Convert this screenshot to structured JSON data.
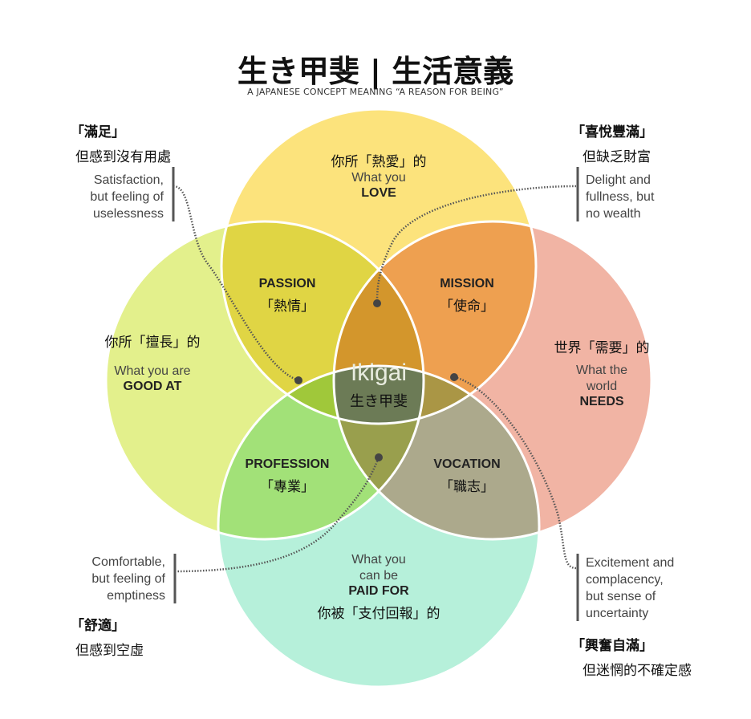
{
  "header": {
    "title": "生き甲斐 | 生活意義",
    "subtitle": "A JAPANESE CONCEPT MEANING “A REASON FOR BEING”"
  },
  "circles": {
    "love": {
      "zh": "你所「熱愛」的",
      "en1": "What you",
      "en2": "LOVE",
      "color": "#fce37c"
    },
    "good_at": {
      "zh": "你所「擅長」的",
      "en1": "What you are",
      "en2": "GOOD AT",
      "color": "#e3f08c"
    },
    "needs": {
      "zh": "世界「需要」的",
      "en1": "What the",
      "en1b": "world",
      "en2": "NEEDS",
      "color": "#f1b4a4"
    },
    "paid": {
      "zh": "你被「支付回報」的",
      "en1": "What you",
      "en1b": "can be",
      "en2": "PAID FOR",
      "color": "#b6f0da"
    }
  },
  "overlaps": {
    "passion": {
      "en": "PASSION",
      "zh": "「熱情」"
    },
    "mission": {
      "en": "MISSION",
      "zh": "「使命」"
    },
    "profession": {
      "en": "PROFESSION",
      "zh": "「專業」"
    },
    "vocation": {
      "en": "VOCATION",
      "zh": "「職志」"
    },
    "center": {
      "en": "Ikigai",
      "zh": "生き甲斐",
      "color": "#6c7b56"
    }
  },
  "notes": {
    "tl": {
      "zh1": "「滿足」",
      "zh2": "但感到沒有用處",
      "en": [
        "Satisfaction,",
        "but feeling of",
        "uselessness"
      ]
    },
    "tr": {
      "zh1": "「喜悅豐滿」",
      "zh2": "但缺乏財富",
      "en": [
        "Delight and",
        "fullness, but",
        "no wealth"
      ]
    },
    "bl": {
      "zh1": "「舒適」",
      "zh2": "但感到空虛",
      "en": [
        "Comfortable,",
        "but feeling of",
        "emptiness"
      ]
    },
    "br": {
      "zh1": "「興奮自滿」",
      "zh2": "但迷惘的不確定感",
      "en": [
        "Excitement and",
        "complacency,",
        "but sense of",
        "uncertainty"
      ]
    }
  }
}
